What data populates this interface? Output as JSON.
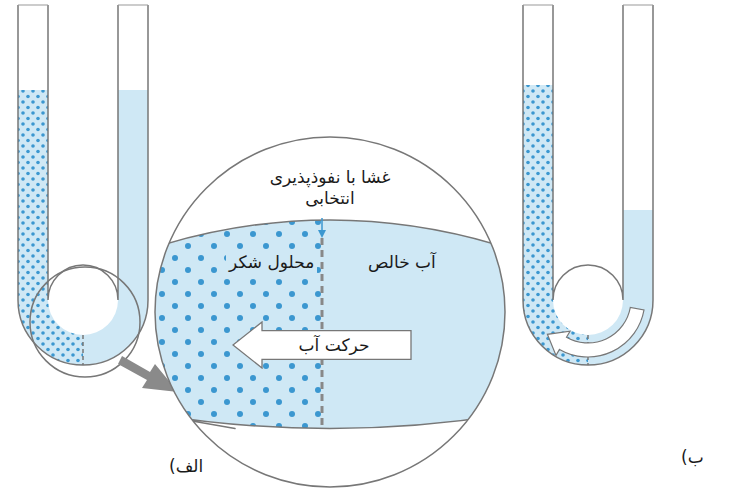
{
  "diagram": {
    "nodes": [
      {
        "text": [
          "حرکت آب"
        ]
      }
    ],
    "labels": [
      "غشا با نفوذپذیری انتخابی",
      "محلول شکر",
      "آب خالص",
      "الف)",
      "ب)"
    ]
  }
}
